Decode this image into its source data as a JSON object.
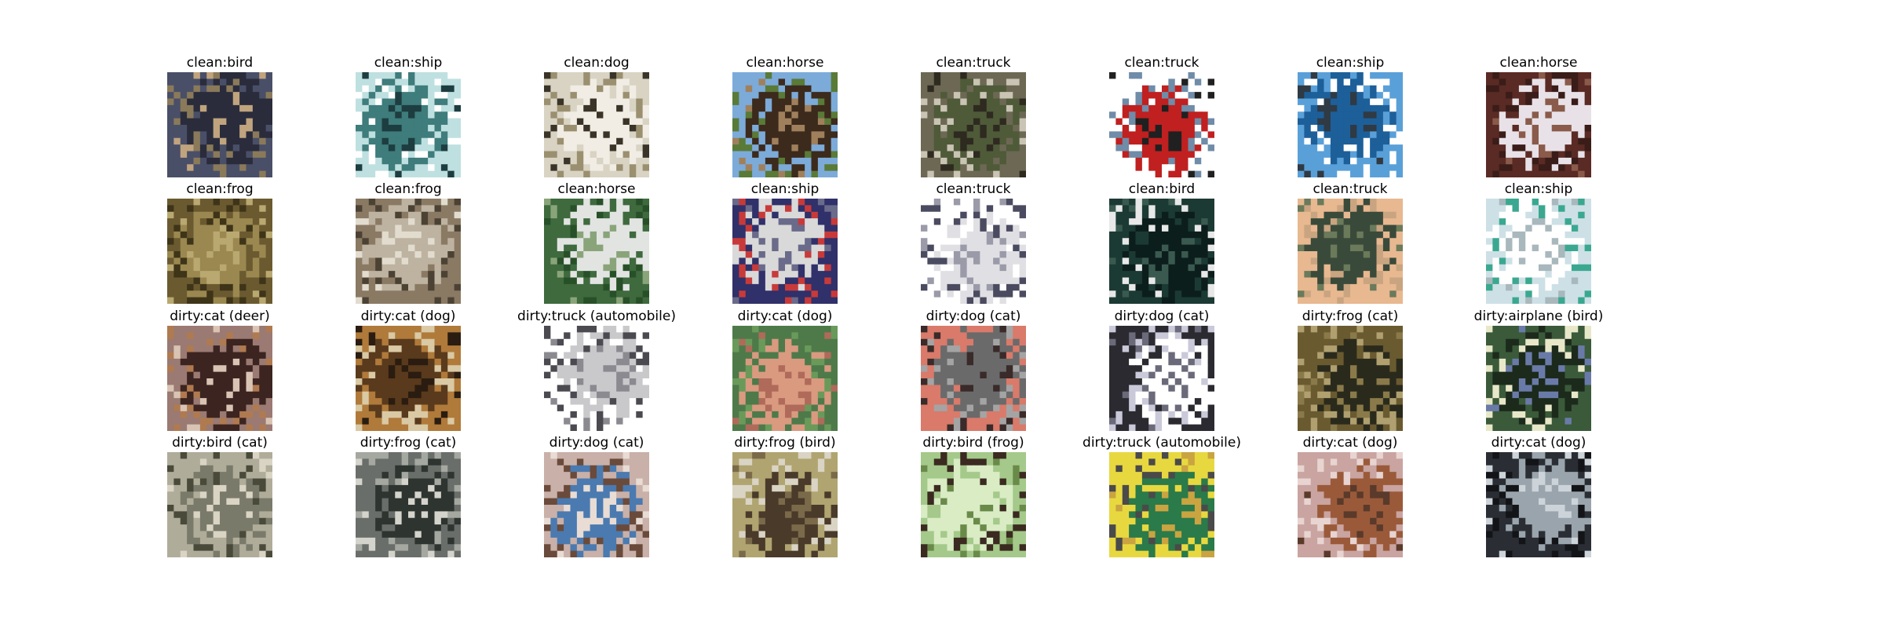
{
  "figure": {
    "cells": [
      {
        "label": "clean:bird",
        "icon": "bird-photo-icon",
        "colors": [
          "#4a4f68",
          "#2a2c3c",
          "#8a7a5a",
          "#c0a47e"
        ]
      },
      {
        "label": "clean:ship",
        "icon": "ship-photo-icon",
        "colors": [
          "#bfe0e0",
          "#3f7c7c",
          "#ffffff",
          "#1d3d40"
        ]
      },
      {
        "label": "clean:dog",
        "icon": "dog-photo-icon",
        "colors": [
          "#d9d3c4",
          "#f1ede4",
          "#9a9070",
          "#3a3428"
        ]
      },
      {
        "label": "clean:horse",
        "icon": "horse-photo-icon",
        "colors": [
          "#7cabd9",
          "#3c2a1c",
          "#5a7a38",
          "#a0805c"
        ]
      },
      {
        "label": "clean:truck",
        "icon": "truck-photo-icon",
        "colors": [
          "#6c6854",
          "#4e5a38",
          "#c9c4b4",
          "#2e2a20"
        ]
      },
      {
        "label": "clean:truck",
        "icon": "truck-photo-icon",
        "colors": [
          "#ffffff",
          "#c02020",
          "#6f8ca8",
          "#202020"
        ]
      },
      {
        "label": "clean:ship",
        "icon": "ship-photo-icon",
        "colors": [
          "#5aa0d8",
          "#1d5f99",
          "#ffffff",
          "#2f3a44"
        ]
      },
      {
        "label": "clean:horse",
        "icon": "horse-photo-icon",
        "colors": [
          "#5a2a24",
          "#e8e2e8",
          "#3a1c18",
          "#8a5a4a"
        ]
      },
      {
        "label": "clean:frog",
        "icon": "frog-photo-icon",
        "colors": [
          "#6b5a30",
          "#9a8850",
          "#3e3418",
          "#b9a870"
        ]
      },
      {
        "label": "clean:frog",
        "icon": "frog-photo-icon",
        "colors": [
          "#8a7a64",
          "#bdb3a0",
          "#4c4234",
          "#e2dccf"
        ]
      },
      {
        "label": "clean:horse",
        "icon": "horse-photo-icon",
        "colors": [
          "#3e6a3e",
          "#e2e4e2",
          "#285028",
          "#8aa47a"
        ]
      },
      {
        "label": "clean:ship",
        "icon": "ship-photo-icon",
        "colors": [
          "#30306a",
          "#d9d9d9",
          "#c83a3a",
          "#6a6a8a"
        ]
      },
      {
        "label": "clean:truck",
        "icon": "truck-photo-icon",
        "colors": [
          "#ffffff",
          "#e0e0e4",
          "#4a4a60",
          "#9a9aa8"
        ]
      },
      {
        "label": "clean:bird",
        "icon": "bird-photo-icon",
        "colors": [
          "#1c3a34",
          "#0c1e1c",
          "#e8e8e8",
          "#3a5a50"
        ]
      },
      {
        "label": "clean:truck",
        "icon": "truck-photo-icon",
        "colors": [
          "#e8b890",
          "#3a4a3a",
          "#c9a480",
          "#6a7a5a"
        ]
      },
      {
        "label": "clean:ship",
        "icon": "ship-photo-icon",
        "colors": [
          "#cde0e6",
          "#ffffff",
          "#3aa890",
          "#a8b8bc"
        ]
      },
      {
        "label": "dirty:cat (deer)",
        "icon": "cat-photo-icon",
        "colors": [
          "#9a7a72",
          "#3c2420",
          "#b07a50",
          "#d9c4b4"
        ]
      },
      {
        "label": "dirty:cat (dog)",
        "icon": "cat-photo-icon",
        "colors": [
          "#b07a3a",
          "#5a3a1c",
          "#d9c9a4",
          "#2a1c10"
        ]
      },
      {
        "label": "dirty:truck (automobile)",
        "icon": "truck-photo-icon",
        "colors": [
          "#ffffff",
          "#c9c9cc",
          "#4a4a50",
          "#8a8a90"
        ]
      },
      {
        "label": "dirty:cat (dog)",
        "icon": "cat-photo-icon",
        "colors": [
          "#4e7a4a",
          "#d99a80",
          "#6a9a5a",
          "#b06a5a"
        ]
      },
      {
        "label": "dirty:dog (cat)",
        "icon": "dog-photo-icon",
        "colors": [
          "#d97a6a",
          "#6a6a6a",
          "#a4a4a4",
          "#3a2a2a"
        ]
      },
      {
        "label": "dirty:dog (cat)",
        "icon": "dog-photo-icon",
        "colors": [
          "#2a2a30",
          "#ffffff",
          "#c9c9d9",
          "#6a6a7a"
        ]
      },
      {
        "label": "dirty:frog (cat)",
        "icon": "frog-photo-icon",
        "colors": [
          "#6a5a30",
          "#2a2a1c",
          "#b0a070",
          "#8a7a4a"
        ]
      },
      {
        "label": "dirty:airplane (bird)",
        "icon": "airplane-photo-icon",
        "colors": [
          "#3a5a3a",
          "#1c2a1c",
          "#e8e8c9",
          "#6a7aa8"
        ]
      },
      {
        "label": "dirty:bird (cat)",
        "icon": "bird-photo-icon",
        "colors": [
          "#b0ac9a",
          "#7a7a6a",
          "#4a4a3a",
          "#d9d4c4"
        ]
      },
      {
        "label": "dirty:frog (cat)",
        "icon": "frog-photo-icon",
        "colors": [
          "#6a6e6a",
          "#2e3430",
          "#a4a8a0",
          "#d4d4cc"
        ]
      },
      {
        "label": "dirty:dog (cat)",
        "icon": "dog-photo-icon",
        "colors": [
          "#c9b0a8",
          "#4a7ab0",
          "#6a4a3a",
          "#e8dcd4"
        ]
      },
      {
        "label": "dirty:frog (bird)",
        "icon": "frog-photo-icon",
        "colors": [
          "#b0a470",
          "#4a3a2a",
          "#d9d4c4",
          "#7a6a4a"
        ]
      },
      {
        "label": "dirty:bird (frog)",
        "icon": "bird-photo-icon",
        "colors": [
          "#a4c98a",
          "#d9ecc4",
          "#3a2a20",
          "#6a8a4a"
        ]
      },
      {
        "label": "dirty:truck (automobile)",
        "icon": "truck-photo-icon",
        "colors": [
          "#e8d840",
          "#2a7a4a",
          "#4a4a4a",
          "#c9a440"
        ]
      },
      {
        "label": "dirty:cat (dog)",
        "icon": "cat-photo-icon",
        "colors": [
          "#c9a4a0",
          "#9a5a3a",
          "#e8d4d0",
          "#5a3a2a"
        ]
      },
      {
        "label": "dirty:cat (dog)",
        "icon": "cat-photo-icon",
        "colors": [
          "#2a2e34",
          "#9aa4ac",
          "#121418",
          "#cdd4d9"
        ]
      }
    ]
  }
}
